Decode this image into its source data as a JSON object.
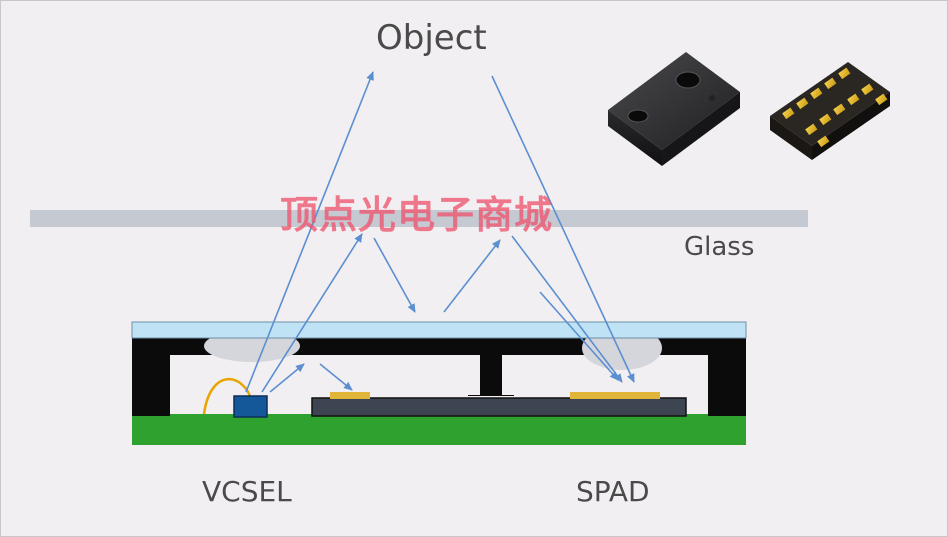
{
  "labels": {
    "object": "Object",
    "glass": "Glass",
    "vcsel": "VCSEL",
    "spad": "SPAD"
  },
  "watermark": "顶点光电子商城",
  "colors": {
    "background": "#f2eff2",
    "glass_bar": "#c5c9d2",
    "beam_arrow": "#5b8fd0",
    "package_cover": "#bfe3f4",
    "package_body": "#0b0b0b",
    "pcb": "#2fa12f",
    "vcsel_chip": "#15589a",
    "spad_die": "#3d4452",
    "gold_pad": "#e0b53a",
    "bond_wire": "#e8a400",
    "watermark": "#ee546e"
  },
  "icons": [
    "sensor-package-top-photo",
    "sensor-package-bottom-photo"
  ]
}
